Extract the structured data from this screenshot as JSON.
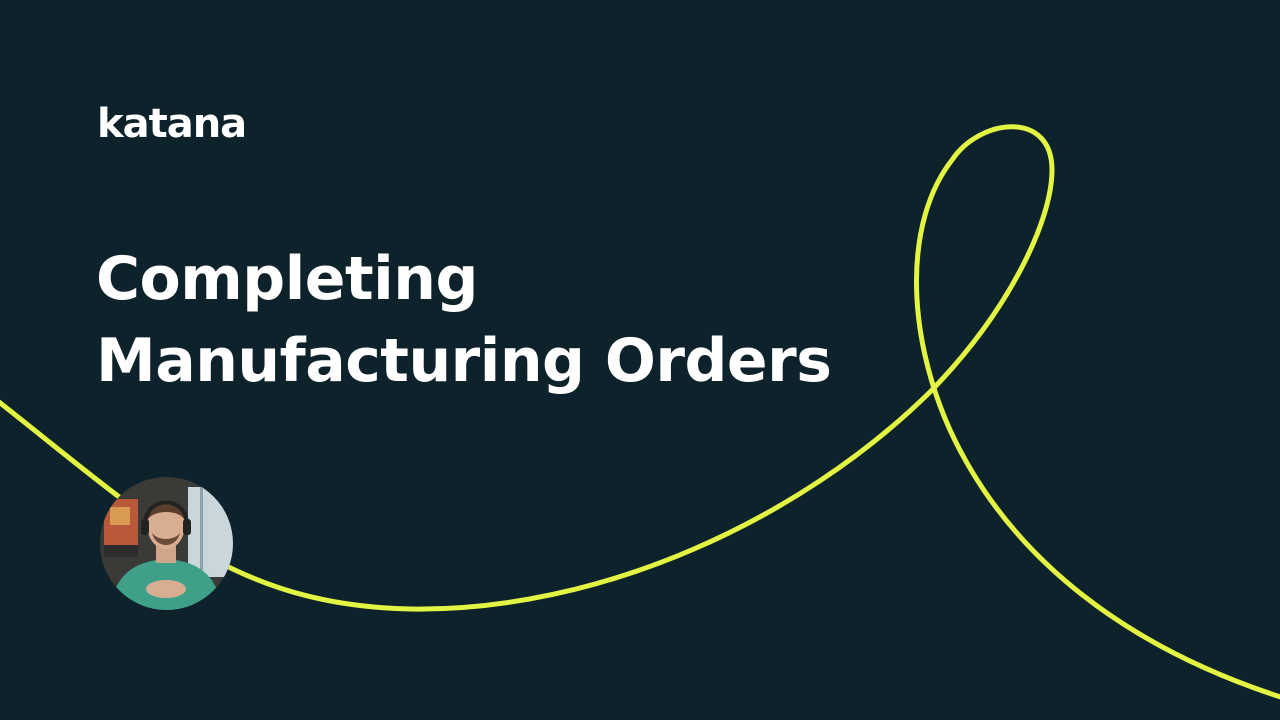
{
  "brand": {
    "logo_text": "katana",
    "accent_color": "#e2f542",
    "background_color": "#0e222c"
  },
  "slide": {
    "title_line1": "Completing",
    "title_line2": "Manufacturing Orders"
  },
  "presenter": {
    "icon": "presenter-video-avatar"
  }
}
